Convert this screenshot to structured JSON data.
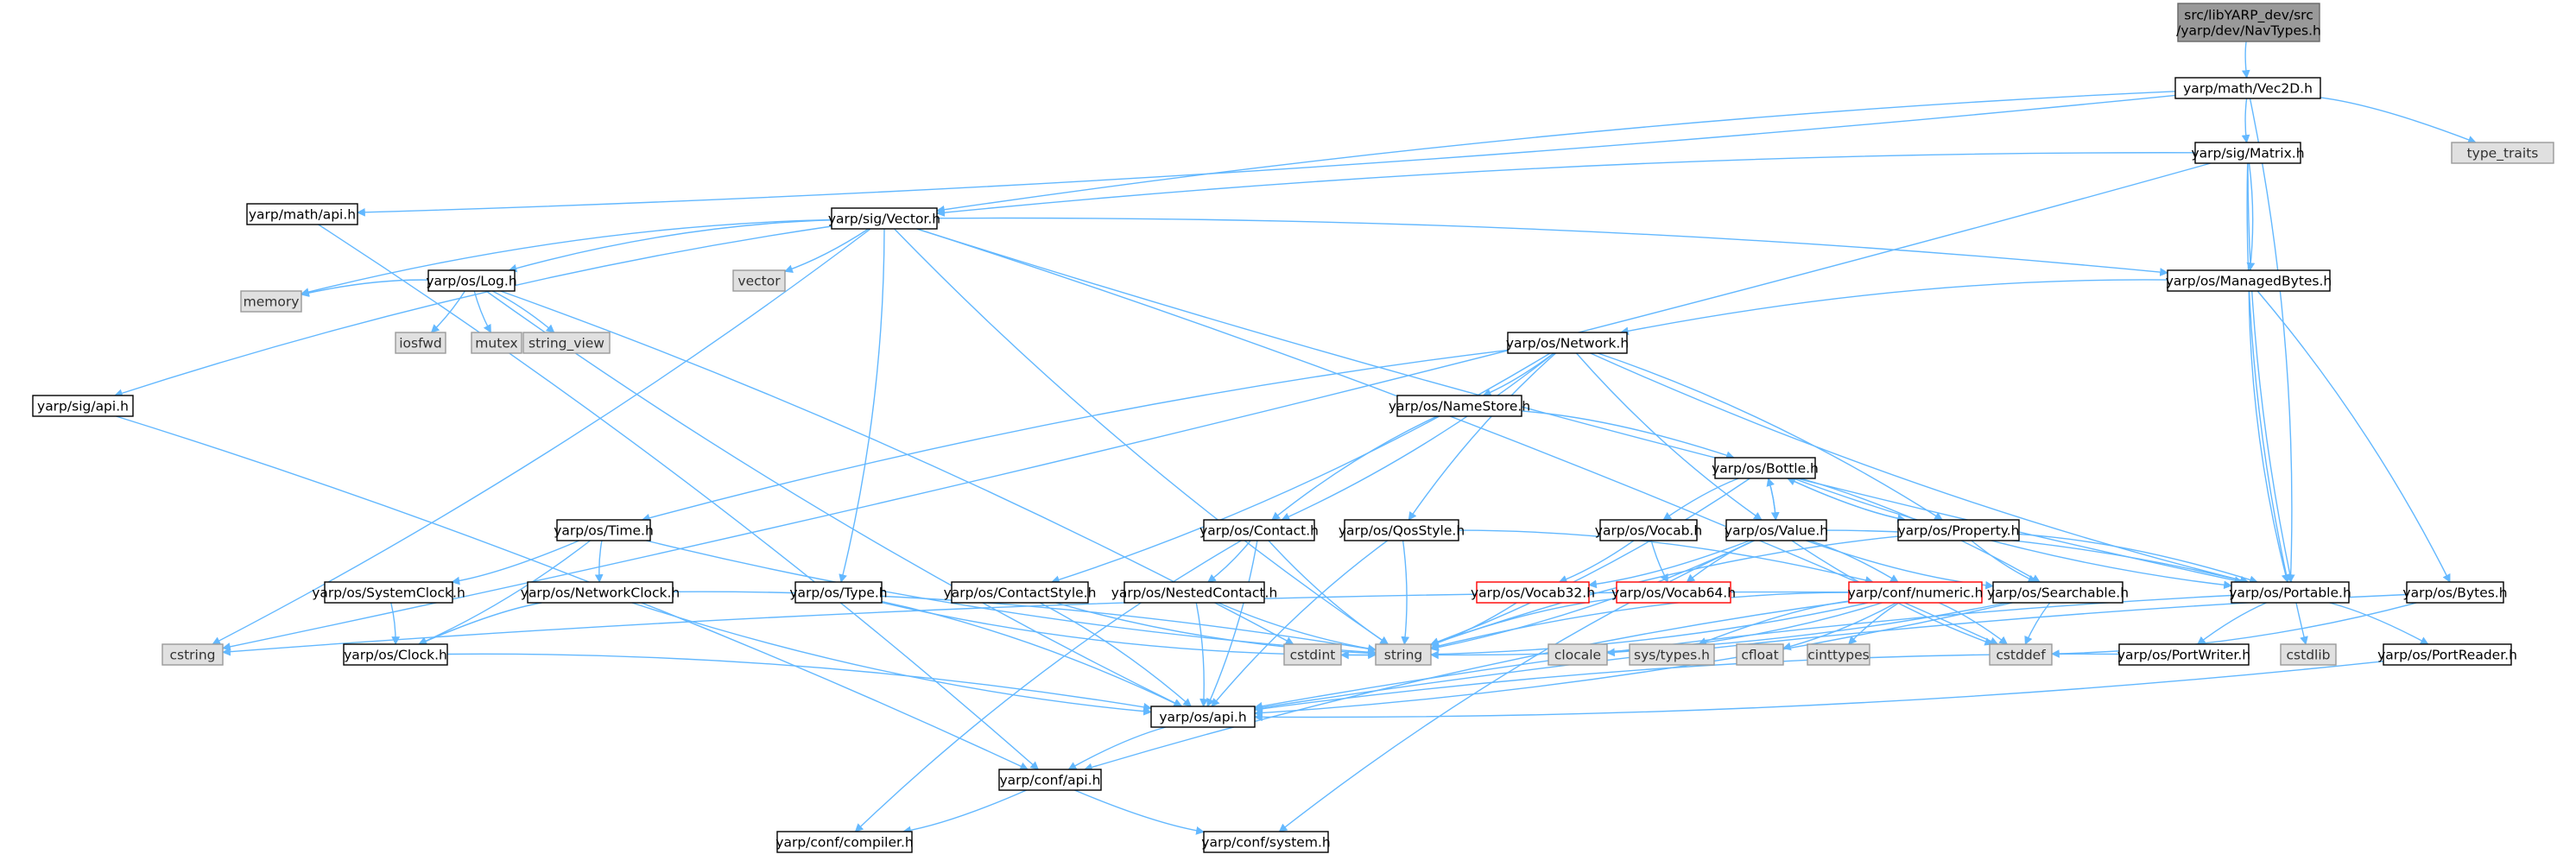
{
  "title": "src/libYARP_dev/src/yarp/dev/NavTypes.h",
  "colors": {
    "edge": "#63b8ff",
    "root_fill": "#999999",
    "node_fill": "#ffffff",
    "node_stroke": "#000000",
    "system_fill": "#e0e0e0",
    "system_stroke": "#999999",
    "truncated_stroke": "#ff0000"
  },
  "nodes": [
    {
      "id": "navtypes",
      "kind": "root",
      "lines": [
        "src/libYARP_dev/src",
        "/yarp/dev/NavTypes.h"
      ]
    },
    {
      "id": "vec2d",
      "kind": "normal",
      "lines": [
        "yarp/math/Vec2D.h"
      ]
    },
    {
      "id": "type_traits",
      "kind": "system",
      "lines": [
        "type_traits"
      ]
    },
    {
      "id": "matrix",
      "kind": "normal",
      "lines": [
        "yarp/sig/Matrix.h"
      ]
    },
    {
      "id": "mathapi",
      "kind": "normal",
      "lines": [
        "yarp/math/api.h"
      ]
    },
    {
      "id": "vector_h",
      "kind": "normal",
      "lines": [
        "yarp/sig/Vector.h"
      ]
    },
    {
      "id": "managedbytes",
      "kind": "normal",
      "lines": [
        "yarp/os/ManagedBytes.h"
      ]
    },
    {
      "id": "log",
      "kind": "normal",
      "lines": [
        "yarp/os/Log.h"
      ]
    },
    {
      "id": "vector",
      "kind": "system",
      "lines": [
        "vector"
      ]
    },
    {
      "id": "memory",
      "kind": "system",
      "lines": [
        "memory"
      ]
    },
    {
      "id": "iosfwd",
      "kind": "system",
      "lines": [
        "iosfwd"
      ]
    },
    {
      "id": "mutex",
      "kind": "system",
      "lines": [
        "mutex"
      ]
    },
    {
      "id": "string_view",
      "kind": "system",
      "lines": [
        "string_view"
      ]
    },
    {
      "id": "network",
      "kind": "normal",
      "lines": [
        "yarp/os/Network.h"
      ]
    },
    {
      "id": "sigapi",
      "kind": "normal",
      "lines": [
        "yarp/sig/api.h"
      ]
    },
    {
      "id": "namestore",
      "kind": "normal",
      "lines": [
        "yarp/os/NameStore.h"
      ]
    },
    {
      "id": "bottle",
      "kind": "normal",
      "lines": [
        "yarp/os/Bottle.h"
      ]
    },
    {
      "id": "time",
      "kind": "normal",
      "lines": [
        "yarp/os/Time.h"
      ]
    },
    {
      "id": "contact",
      "kind": "normal",
      "lines": [
        "yarp/os/Contact.h"
      ]
    },
    {
      "id": "qosstyle",
      "kind": "normal",
      "lines": [
        "yarp/os/QosStyle.h"
      ]
    },
    {
      "id": "vocab",
      "kind": "normal",
      "lines": [
        "yarp/os/Vocab.h"
      ]
    },
    {
      "id": "value",
      "kind": "normal",
      "lines": [
        "yarp/os/Value.h"
      ]
    },
    {
      "id": "property",
      "kind": "normal",
      "lines": [
        "yarp/os/Property.h"
      ]
    },
    {
      "id": "systemclock",
      "kind": "normal",
      "lines": [
        "yarp/os/SystemClock.h"
      ]
    },
    {
      "id": "networkclock",
      "kind": "normal",
      "lines": [
        "yarp/os/NetworkClock.h"
      ]
    },
    {
      "id": "type",
      "kind": "normal",
      "lines": [
        "yarp/os/Type.h"
      ]
    },
    {
      "id": "contactstyle",
      "kind": "normal",
      "lines": [
        "yarp/os/ContactStyle.h"
      ]
    },
    {
      "id": "nestedcontact",
      "kind": "normal",
      "lines": [
        "yarp/os/NestedContact.h"
      ]
    },
    {
      "id": "vocab32",
      "kind": "truncated",
      "lines": [
        "yarp/os/Vocab32.h"
      ]
    },
    {
      "id": "vocab64",
      "kind": "truncated",
      "lines": [
        "yarp/os/Vocab64.h"
      ]
    },
    {
      "id": "numeric",
      "kind": "truncated",
      "lines": [
        "yarp/conf/numeric.h"
      ]
    },
    {
      "id": "searchable",
      "kind": "normal",
      "lines": [
        "yarp/os/Searchable.h"
      ]
    },
    {
      "id": "portable",
      "kind": "normal",
      "lines": [
        "yarp/os/Portable.h"
      ]
    },
    {
      "id": "bytes",
      "kind": "normal",
      "lines": [
        "yarp/os/Bytes.h"
      ]
    },
    {
      "id": "cstring",
      "kind": "system",
      "lines": [
        "cstring"
      ]
    },
    {
      "id": "clock",
      "kind": "normal",
      "lines": [
        "yarp/os/Clock.h"
      ]
    },
    {
      "id": "cstdint",
      "kind": "system",
      "lines": [
        "cstdint"
      ]
    },
    {
      "id": "string",
      "kind": "system",
      "lines": [
        "string"
      ]
    },
    {
      "id": "clocale",
      "kind": "system",
      "lines": [
        "clocale"
      ]
    },
    {
      "id": "systypes",
      "kind": "system",
      "lines": [
        "sys/types.h"
      ]
    },
    {
      "id": "cfloat",
      "kind": "system",
      "lines": [
        "cfloat"
      ]
    },
    {
      "id": "cinttypes",
      "kind": "system",
      "lines": [
        "cinttypes"
      ]
    },
    {
      "id": "cstddef",
      "kind": "system",
      "lines": [
        "cstddef"
      ]
    },
    {
      "id": "portwriter",
      "kind": "normal",
      "lines": [
        "yarp/os/PortWriter.h"
      ]
    },
    {
      "id": "cstdlib",
      "kind": "system",
      "lines": [
        "cstdlib"
      ]
    },
    {
      "id": "portreader",
      "kind": "normal",
      "lines": [
        "yarp/os/PortReader.h"
      ]
    },
    {
      "id": "osapi",
      "kind": "normal",
      "lines": [
        "yarp/os/api.h"
      ]
    },
    {
      "id": "confapi",
      "kind": "normal",
      "lines": [
        "yarp/conf/api.h"
      ]
    },
    {
      "id": "compiler",
      "kind": "normal",
      "lines": [
        "yarp/conf/compiler.h"
      ]
    },
    {
      "id": "system",
      "kind": "normal",
      "lines": [
        "yarp/conf/system.h"
      ]
    }
  ],
  "edges": [
    [
      "navtypes",
      "vec2d"
    ],
    [
      "vec2d",
      "type_traits"
    ],
    [
      "vec2d",
      "matrix"
    ],
    [
      "vec2d",
      "mathapi"
    ],
    [
      "vec2d",
      "vector_h"
    ],
    [
      "vec2d",
      "portable"
    ],
    [
      "matrix",
      "vector_h"
    ],
    [
      "matrix",
      "managedbytes"
    ],
    [
      "matrix",
      "portable"
    ],
    [
      "matrix",
      "cstring"
    ],
    [
      "matrix",
      "cstdlib"
    ],
    [
      "mathapi",
      "confapi"
    ],
    [
      "vector_h",
      "log"
    ],
    [
      "vector_h",
      "vector"
    ],
    [
      "vector_h",
      "memory"
    ],
    [
      "vector_h",
      "cstring"
    ],
    [
      "vector_h",
      "sigapi"
    ],
    [
      "vector_h",
      "type"
    ],
    [
      "vector_h",
      "string"
    ],
    [
      "vector_h",
      "managedbytes"
    ],
    [
      "vector_h",
      "portable"
    ],
    [
      "vector_h",
      "cstddef"
    ],
    [
      "log",
      "memory"
    ],
    [
      "log",
      "iosfwd"
    ],
    [
      "log",
      "mutex"
    ],
    [
      "log",
      "string_view"
    ],
    [
      "log",
      "osapi"
    ],
    [
      "log",
      "cstdint"
    ],
    [
      "managedbytes",
      "network"
    ],
    [
      "managedbytes",
      "bytes"
    ],
    [
      "managedbytes",
      "portable"
    ],
    [
      "network",
      "namestore"
    ],
    [
      "network",
      "time"
    ],
    [
      "network",
      "contact"
    ],
    [
      "network",
      "qosstyle"
    ],
    [
      "network",
      "contactstyle"
    ],
    [
      "network",
      "value"
    ],
    [
      "network",
      "property"
    ],
    [
      "network",
      "portable"
    ],
    [
      "sigapi",
      "confapi"
    ],
    [
      "namestore",
      "contact"
    ],
    [
      "namestore",
      "bottle"
    ],
    [
      "bottle",
      "vocab"
    ],
    [
      "bottle",
      "value"
    ],
    [
      "bottle",
      "property"
    ],
    [
      "bottle",
      "searchable"
    ],
    [
      "bottle",
      "portable"
    ],
    [
      "bottle",
      "string"
    ],
    [
      "value",
      "bottle"
    ],
    [
      "value",
      "vocab32"
    ],
    [
      "value",
      "vocab64"
    ],
    [
      "value",
      "numeric"
    ],
    [
      "value",
      "searchable"
    ],
    [
      "value",
      "portable"
    ],
    [
      "value",
      "cstddef"
    ],
    [
      "value",
      "string"
    ],
    [
      "value",
      "system"
    ],
    [
      "property",
      "bottle"
    ],
    [
      "property",
      "searchable"
    ],
    [
      "property",
      "portable"
    ],
    [
      "property",
      "string"
    ],
    [
      "vocab",
      "vocab32"
    ],
    [
      "vocab",
      "vocab64"
    ],
    [
      "vocab32",
      "string"
    ],
    [
      "vocab64",
      "string"
    ],
    [
      "time",
      "systemclock"
    ],
    [
      "time",
      "networkclock"
    ],
    [
      "time",
      "clock"
    ],
    [
      "time",
      "string"
    ],
    [
      "systemclock",
      "clock"
    ],
    [
      "networkclock",
      "clock"
    ],
    [
      "networkclock",
      "string"
    ],
    [
      "networkclock",
      "osapi"
    ],
    [
      "contact",
      "nestedcontact"
    ],
    [
      "contact",
      "string"
    ],
    [
      "contact",
      "osapi"
    ],
    [
      "contact",
      "compiler"
    ],
    [
      "qosstyle",
      "string"
    ],
    [
      "qosstyle",
      "osapi"
    ],
    [
      "qosstyle",
      "numeric"
    ],
    [
      "type",
      "string"
    ],
    [
      "type",
      "osapi"
    ],
    [
      "contactstyle",
      "string"
    ],
    [
      "contactstyle",
      "osapi"
    ],
    [
      "nestedcontact",
      "string"
    ],
    [
      "nestedcontact",
      "osapi"
    ],
    [
      "numeric",
      "cstring"
    ],
    [
      "numeric",
      "cstdint"
    ],
    [
      "numeric",
      "string"
    ],
    [
      "numeric",
      "clocale"
    ],
    [
      "numeric",
      "systypes"
    ],
    [
      "numeric",
      "cfloat"
    ],
    [
      "numeric",
      "cinttypes"
    ],
    [
      "numeric",
      "cstddef"
    ],
    [
      "numeric",
      "confapi"
    ],
    [
      "searchable",
      "string"
    ],
    [
      "searchable",
      "cstddef"
    ],
    [
      "searchable",
      "osapi"
    ],
    [
      "portable",
      "portwriter"
    ],
    [
      "portable",
      "portreader"
    ],
    [
      "portable",
      "osapi"
    ],
    [
      "bytes",
      "cstddef"
    ],
    [
      "bytes",
      "osapi"
    ],
    [
      "clock",
      "osapi"
    ],
    [
      "portwriter",
      "osapi"
    ],
    [
      "portreader",
      "osapi"
    ],
    [
      "osapi",
      "confapi"
    ],
    [
      "confapi",
      "compiler"
    ],
    [
      "confapi",
      "system"
    ]
  ]
}
